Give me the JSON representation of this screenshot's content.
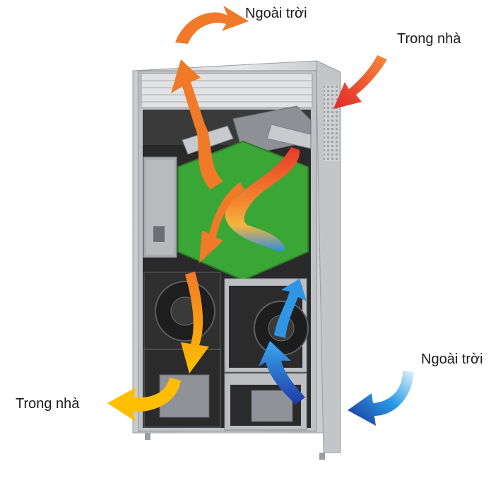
{
  "labels": {
    "outdoor_top": "Ngoài trời",
    "indoor_top": "Trong nhà",
    "outdoor_bottom": "Ngoài trời",
    "indoor_bottom": "Trong nhà"
  },
  "colors": {
    "casing": "#d9dadc",
    "casing_dark": "#a9abae",
    "interior": "#262626",
    "heat_exchanger": "#3aa635",
    "exhaust_arrow": "#f07a28",
    "indoor_intake_arrow": "#e6382a",
    "supply_arrow": "#f8b000",
    "fresh_air_arrow": "#2f8fe0",
    "fresh_air_dark": "#1c3aa0"
  }
}
